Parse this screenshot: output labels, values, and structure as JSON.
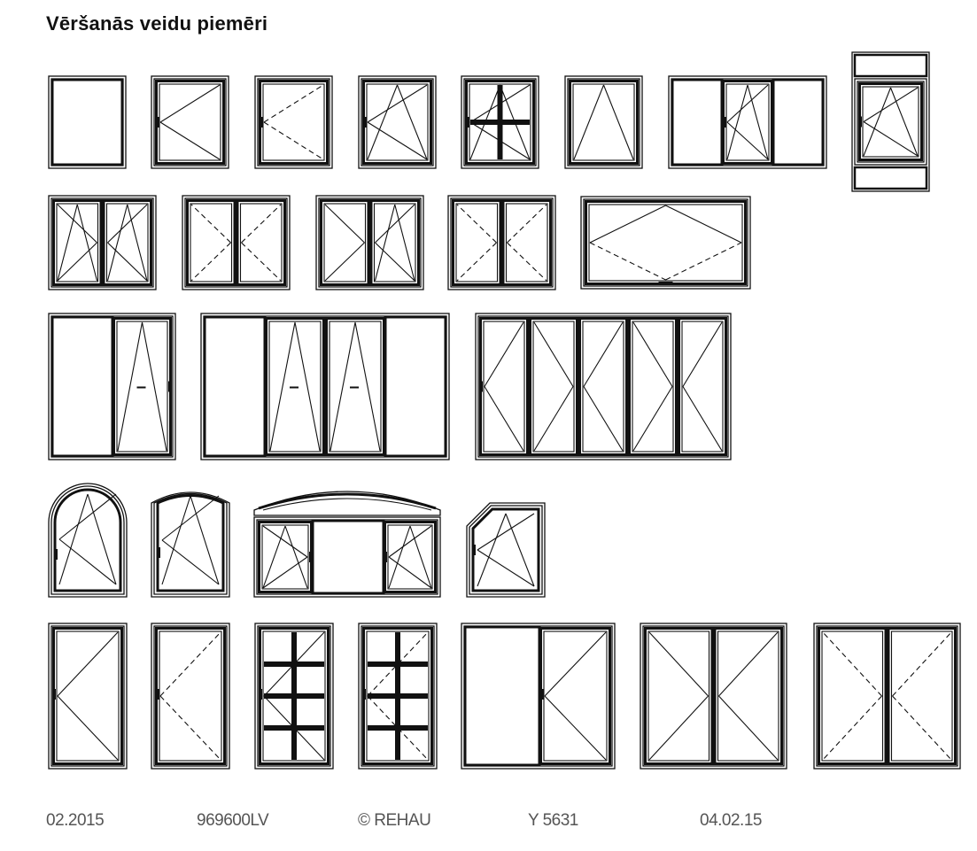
{
  "title": "Vēršanās veidu piemēri",
  "footer": {
    "date": "02.2015",
    "doc_number": "969600LV",
    "copyright": "© REHAU",
    "code": "Y 5631",
    "issue_date": "04.02.15"
  },
  "colors": {
    "line": "#111111",
    "text": "#555555",
    "background": "#ffffff"
  },
  "rows": [
    {
      "name": "row-1-single-sash",
      "items": [
        "fixed-window",
        "side-hung-left-hinge",
        "side-hung-left-hinge-dashed",
        "tilt-turn-window",
        "tilt-turn-window-with-muntins",
        "bottom-hung-tilt-window",
        "three-pane-window-tilt-turn-center",
        "tilt-turn-with-top-and-bottom-fixed"
      ]
    },
    {
      "name": "row-2-double-sash",
      "items": [
        "double-tilt-turn",
        "double-side-hung-dashed",
        "double-side-hung-mixed",
        "double-side-hung-dashed-center",
        "horizontal-pivot-window"
      ]
    },
    {
      "name": "row-3-sliding-folding",
      "items": [
        "lift-slide-two-panel",
        "lift-slide-four-panel",
        "folding-five-panel"
      ]
    },
    {
      "name": "row-4-shaped",
      "items": [
        "round-arch-tilt-turn",
        "segment-arch-tilt-turn",
        "segment-arch-triple-window",
        "bevelled-corner-window"
      ]
    },
    {
      "name": "row-5-doors",
      "items": [
        "side-hung-door",
        "side-hung-door-dashed",
        "door-with-muntins",
        "door-with-muntins-dashed",
        "two-panel-door-fixed-side",
        "double-door",
        "double-door-dashed"
      ]
    }
  ]
}
